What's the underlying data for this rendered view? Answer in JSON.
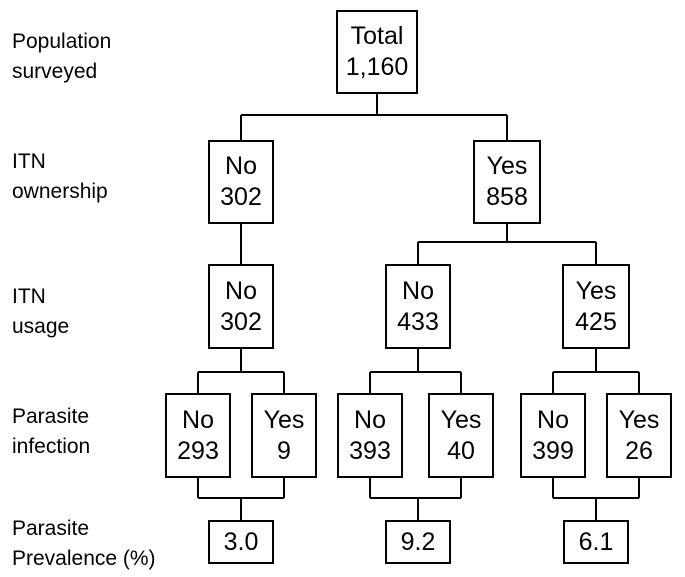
{
  "row_labels": {
    "population": [
      "Population",
      "surveyed"
    ],
    "ownership": [
      "ITN",
      "ownership"
    ],
    "usage": [
      "ITN",
      "usage"
    ],
    "infection": [
      "Parasite",
      "infection"
    ],
    "prevalence": [
      "Parasite",
      "Prevalence (%)"
    ]
  },
  "total": {
    "label": "Total",
    "value": "1,160"
  },
  "ownership": {
    "no": {
      "label": "No",
      "value": "302"
    },
    "yes": {
      "label": "Yes",
      "value": "858"
    }
  },
  "usage": {
    "owner_no_no": {
      "label": "No",
      "value": "302"
    },
    "owner_yes_no": {
      "label": "No",
      "value": "433"
    },
    "owner_yes_yes": {
      "label": "Yes",
      "value": "425"
    }
  },
  "infection": {
    "g1_no": {
      "label": "No",
      "value": "293"
    },
    "g1_yes": {
      "label": "Yes",
      "value": "9"
    },
    "g2_no": {
      "label": "No",
      "value": "393"
    },
    "g2_yes": {
      "label": "Yes",
      "value": "40"
    },
    "g3_no": {
      "label": "No",
      "value": "399"
    },
    "g3_yes": {
      "label": "Yes",
      "value": "26"
    }
  },
  "prevalence": {
    "g1": "3.0",
    "g2": "9.2",
    "g3": "6.1"
  }
}
